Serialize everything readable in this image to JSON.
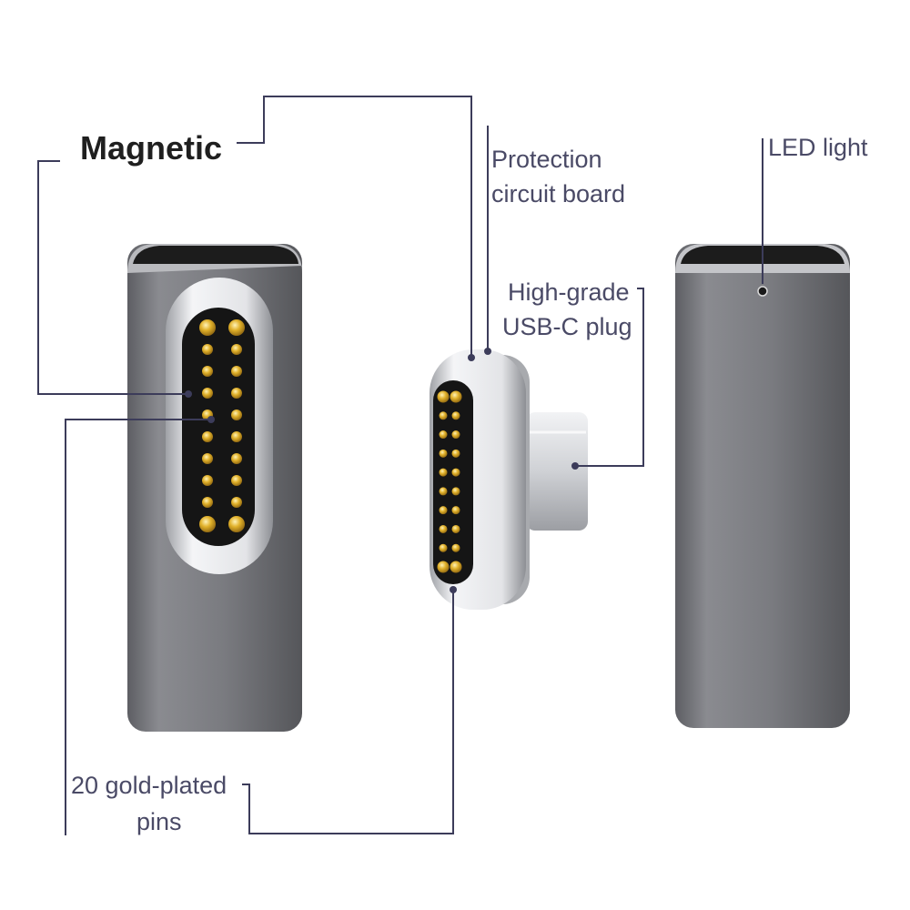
{
  "labels": {
    "magnetic": "Magnetic",
    "protection_line1": "Protection",
    "protection_line2": "circuit board",
    "usbc_line1": "High-grade",
    "usbc_line2": "USB-C plug",
    "led": "LED light",
    "pins_line1": "20 gold-plated",
    "pins_line2": "pins"
  },
  "colors": {
    "callout_line": "#3c3c5a",
    "label_text": "#4a4a66",
    "heading_text": "#1f1f1f",
    "body_metal": "#7d7e82",
    "chrome": "#e6e7ea",
    "black_insert": "#161616",
    "gold_pin": "#d6a521"
  },
  "components": {
    "female_adapter": {
      "pin_rows": 10,
      "pin_columns": 2
    },
    "magnetic_plug": {
      "pin_rows": 10,
      "pin_columns": 2
    },
    "back_view": {
      "indicator": "led-indicator"
    }
  }
}
